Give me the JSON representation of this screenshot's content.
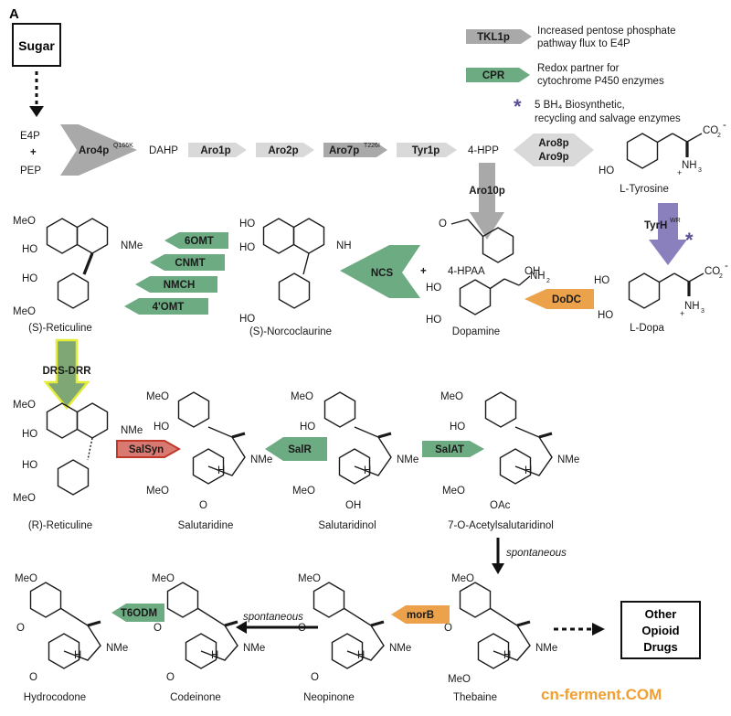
{
  "panel_label": "A",
  "start": {
    "box_label": "Sugar"
  },
  "precursors": {
    "e4p": "E4P",
    "plus": "+",
    "pep": "PEP"
  },
  "legend": {
    "tkl1p": {
      "enzyme": "TKL1p",
      "line1": "Increased pentose phosphate",
      "line2": "pathway flux to E4P"
    },
    "cpr": {
      "enzyme": "CPR",
      "line1": "Redox partner for",
      "line2": "cytochrome P450 enzymes"
    },
    "bh4": {
      "mark": "*",
      "line1": "5 BH₄ Biosynthetic,",
      "line2": "recycling and salvage enzymes"
    }
  },
  "top_pathway": {
    "aro4": {
      "name": "Aro4p",
      "sup": "Q166K"
    },
    "dahp": "DAHP",
    "aro1": "Aro1p",
    "aro2": "Aro2p",
    "aro7": {
      "name": "Aro7p",
      "sup": "T226I"
    },
    "tyr1": "Tyr1p",
    "hpp": "4-HPP",
    "aro8": "Aro8p",
    "aro9": "Aro9p",
    "aro10": "Aro10p",
    "tyrosine": "L-Tyrosine",
    "tyrh": {
      "name": "TyrH",
      "sup": "WR"
    },
    "tyrh_mark": "*"
  },
  "row2": {
    "hpaa": "4-HPAA",
    "plus": "+",
    "dopamine": "Dopamine",
    "dodc": "DoDC",
    "ldopa": "L-Dopa",
    "ncs": "NCS",
    "norcoclaurine": "(S)-Norcoclaurine",
    "enzymes": [
      "6OMT",
      "CNMT",
      "NMCH",
      "4'OMT"
    ],
    "reticuline_s": "(S)-Reticuline",
    "drs_drr": "DRS-DRR"
  },
  "row3": {
    "reticuline_r": "(R)-Reticuline",
    "salsyn": "SalSyn",
    "salutaridine": "Salutaridine",
    "salr": "SalR",
    "salutaridinol": "Salutaridinol",
    "salat": "SalAT",
    "acetyl": "7-O-Acetylsalutaridinol",
    "spontaneous1": "spontaneous"
  },
  "row4": {
    "thebaine": "Thebaine",
    "morb": "morB",
    "neopinone": "Neopinone",
    "spontaneous2": "spontaneous",
    "codeinone": "Codeinone",
    "t6odm": "T6ODM",
    "hydrocodone": "Hydrocodone",
    "other_box": [
      "Other",
      "Opioid",
      "Drugs"
    ]
  },
  "atoms": {
    "meo": "MeO",
    "ho": "HO",
    "nme": "NMe",
    "nh": "NH",
    "nh2": "NH",
    "nh2_sub": "2",
    "nh3": "NH",
    "nh3_sub": "3",
    "co2": "CO",
    "co2_sub": "2",
    "co2_minus": "-",
    "o": "O",
    "h": "H",
    "oh": "OH",
    "oac": "OAc",
    "plus": "+"
  },
  "watermark": "cn-ferment.COM",
  "colors": {
    "grey_arrow": "#a9a9a9",
    "light_arrow": "#d9d9d9",
    "green": "#6dab82",
    "orange": "#eba24a",
    "purple": "#8a80bd",
    "salsyn_fill": "#d97a72",
    "salsyn_stroke": "#c0392b",
    "drs_fill": "#7ea775",
    "drs_stroke": "#e4ec3a",
    "star": "#5a4e97",
    "watermark_orange": "#f0a030"
  }
}
